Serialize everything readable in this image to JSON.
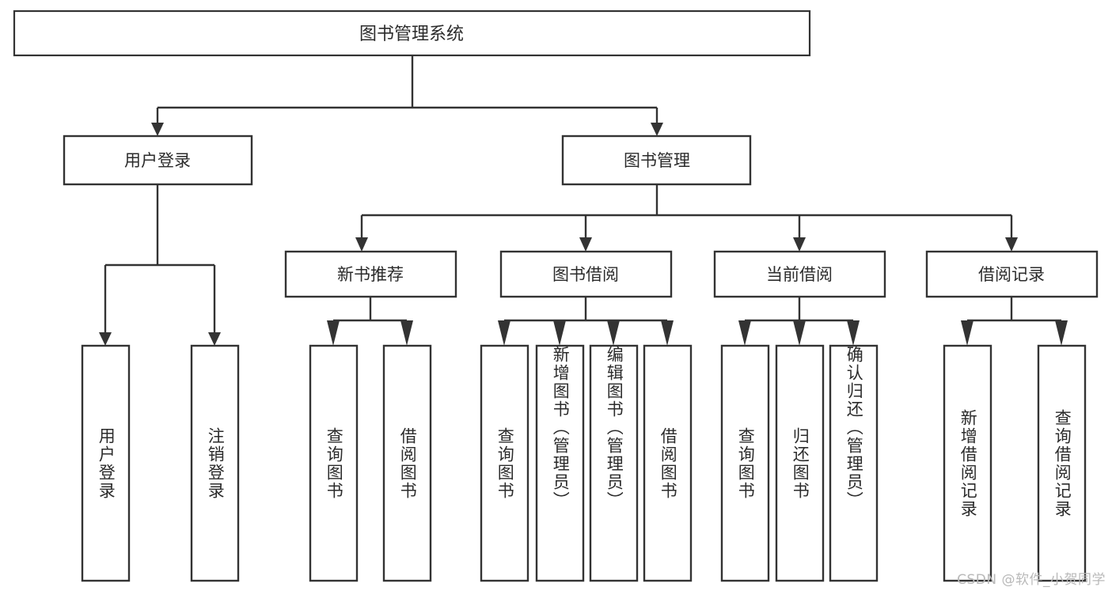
{
  "diagram": {
    "type": "tree-hierarchy",
    "title": "图书管理系统",
    "orientation": "top-down",
    "colors": {
      "box_stroke": "#333333",
      "box_fill": "#ffffff",
      "text": "#2b2b2b",
      "background": "#ffffff",
      "watermark": "#b9b9b9"
    },
    "root": {
      "label": "图书管理系统"
    },
    "level1": [
      {
        "id": "user-login",
        "label": "用户登录"
      },
      {
        "id": "book-management",
        "label": "图书管理"
      }
    ],
    "level2": [
      {
        "id": "new-book-recommend",
        "label": "新书推荐",
        "parent": "book-management"
      },
      {
        "id": "book-borrow",
        "label": "图书借阅",
        "parent": "book-management"
      },
      {
        "id": "current-borrow",
        "label": "当前借阅",
        "parent": "book-management"
      },
      {
        "id": "borrow-record",
        "label": "借阅记录",
        "parent": "book-management"
      }
    ],
    "leaves": [
      {
        "id": "leaf-user-login",
        "label": "用户登录",
        "parent": "user-login"
      },
      {
        "id": "leaf-logout",
        "label": "注销登录",
        "parent": "user-login"
      },
      {
        "id": "leaf-query-book-1",
        "label": "查询图书",
        "parent": "new-book-recommend"
      },
      {
        "id": "leaf-borrow-book-1",
        "label": "借阅图书",
        "parent": "new-book-recommend"
      },
      {
        "id": "leaf-query-book-2",
        "label": "查询图书",
        "parent": "book-borrow"
      },
      {
        "id": "leaf-add-book",
        "label": "新增图书（管理员）",
        "parent": "book-borrow"
      },
      {
        "id": "leaf-edit-book",
        "label": "编辑图书（管理员）",
        "parent": "book-borrow"
      },
      {
        "id": "leaf-borrow-book-2",
        "label": "借阅图书",
        "parent": "book-borrow"
      },
      {
        "id": "leaf-query-book-3",
        "label": "查询图书",
        "parent": "current-borrow"
      },
      {
        "id": "leaf-return-book",
        "label": "归还图书",
        "parent": "current-borrow"
      },
      {
        "id": "leaf-confirm-return",
        "label": "确认归还（管理员）",
        "parent": "current-borrow"
      },
      {
        "id": "leaf-add-record",
        "label": "新增借阅记录",
        "parent": "borrow-record"
      },
      {
        "id": "leaf-query-record",
        "label": "查询借阅记录",
        "parent": "borrow-record"
      }
    ],
    "watermark": "CSDN @软件_小贺同学"
  }
}
